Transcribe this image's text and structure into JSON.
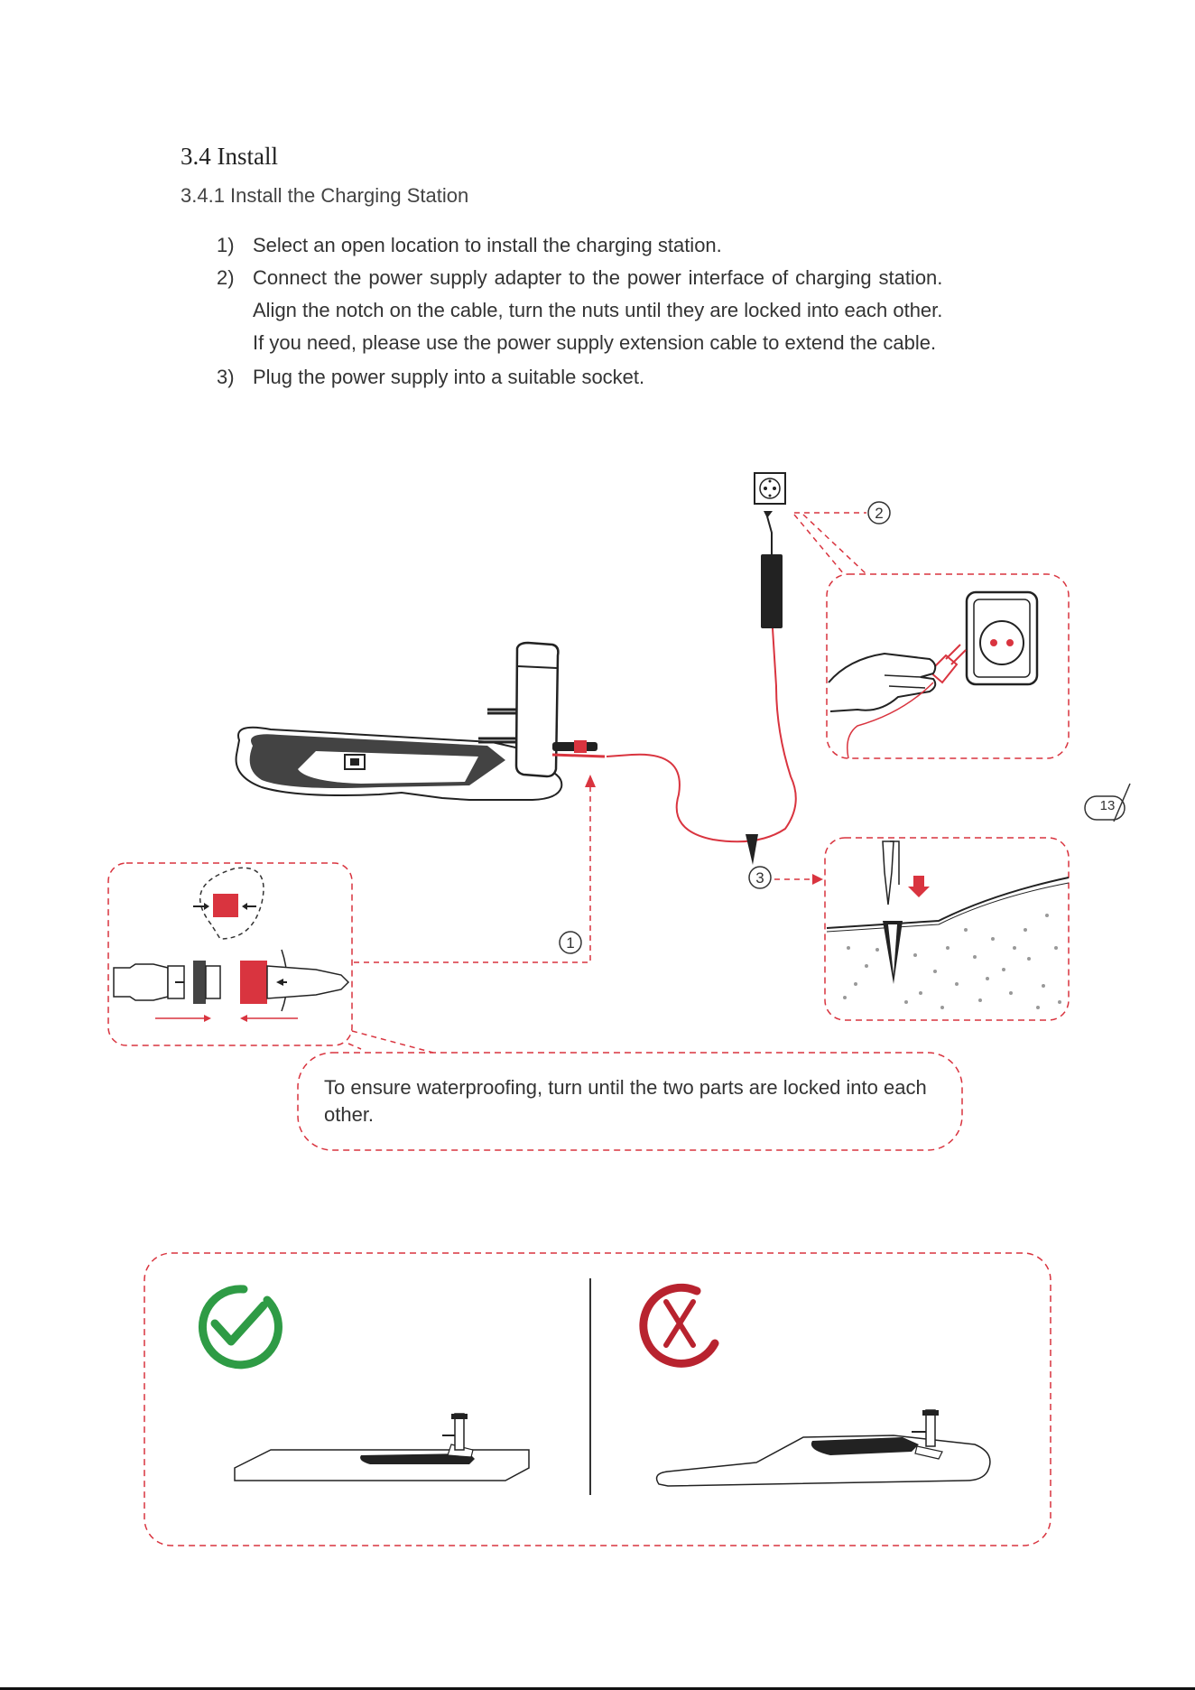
{
  "section": {
    "title": "3.4 Install"
  },
  "subsection": {
    "title": "3.4.1 Install the Charging Station"
  },
  "steps": [
    {
      "num": "1)",
      "lines": [
        "Select an open location to install the charging station."
      ]
    },
    {
      "num": "2)",
      "lines": [
        "Connect the power supply adapter to the power interface of charging station.",
        "Align the notch on the cable, turn the nuts until they are locked into each other.",
        "If you need, please use the power supply extension cable to extend the cable."
      ]
    },
    {
      "num": "3)",
      "lines": [
        "Plug the power supply into a suitable socket."
      ]
    }
  ],
  "callouts": {
    "one": "1",
    "two": "2",
    "three": "3"
  },
  "waterproof_note": "To ensure waterproofing, turn until the two parts are locked into each other.",
  "page_number": "13",
  "colors": {
    "accent_red": "#d9343f",
    "ok_green": "#2e9b45",
    "bad_red": "#b8232f",
    "line": "#333333"
  },
  "icons": [
    "check-circle-icon",
    "cross-circle-icon",
    "power-socket-icon",
    "plug-icon",
    "ground-peg-icon"
  ]
}
